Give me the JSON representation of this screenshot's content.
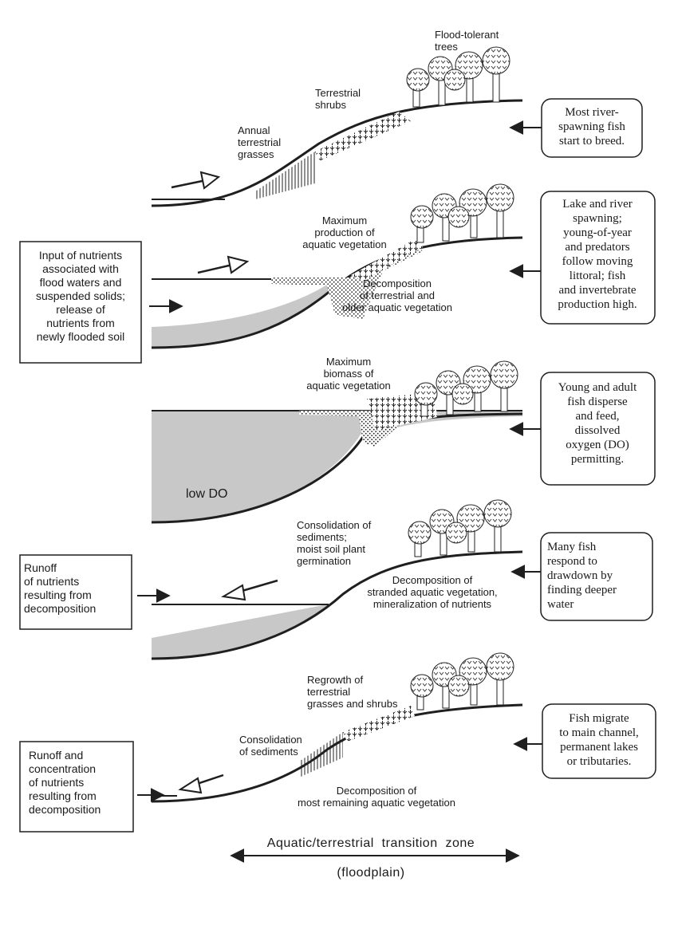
{
  "colors": {
    "ink": "#1f1f1f",
    "water": "#c8c8c8",
    "background": "#ffffff"
  },
  "panels": [
    {
      "labels": [
        "Flood-tolerant\ntrees",
        "Terrestrial\nshrubs",
        "Annual\nterrestrial\ngrasses"
      ],
      "right_box": "Most river-\nspawning fish\nstart to breed."
    },
    {
      "labels": [
        "Maximum\nproduction of\naquatic vegetation",
        "Decomposition\nof terrestrial and\nolder aquatic vegetation"
      ],
      "left_box": "Input of nutrients\nassociated with\nflood waters and\nsuspended solids;\nrelease of\nnutrients from\nnewly flooded soil",
      "right_box": "Lake and river\nspawning;\nyoung-of-year\nand predators\nfollow moving\nlittoral; fish\nand invertebrate\nproduction high."
    },
    {
      "labels": [
        "Maximum\nbiomass of\naquatic vegetation",
        "low DO"
      ],
      "right_box": "Young and adult\nfish disperse\nand feed,\ndissolved\noxygen (DO)\npermitting."
    },
    {
      "labels": [
        "Consolidation of\nsediments;\nmoist soil plant\ngermination",
        "Decomposition of\nstranded aquatic vegetation,\nmineralization of nutrients"
      ],
      "left_box": "Runoff\nof nutrients\nresulting from\ndecomposition",
      "right_box": "Many fish\nrespond to\ndrawdown by\nfinding deeper\nwater"
    },
    {
      "labels": [
        "Regrowth of\nterrestrial\ngrasses and shrubs",
        "Consolidation\nof sediments",
        "Decomposition of\nmost remaining aquatic vegetation"
      ],
      "left_box": "Runoff and\nconcentration\nof nutrients\nresulting from\ndecomposition",
      "right_box": "Fish migrate\nto main channel,\npermanent lakes\nor tributaries."
    }
  ],
  "axis": {
    "title": "Aquatic/terrestrial  transition  zone",
    "subtitle": "(floodplain)"
  }
}
